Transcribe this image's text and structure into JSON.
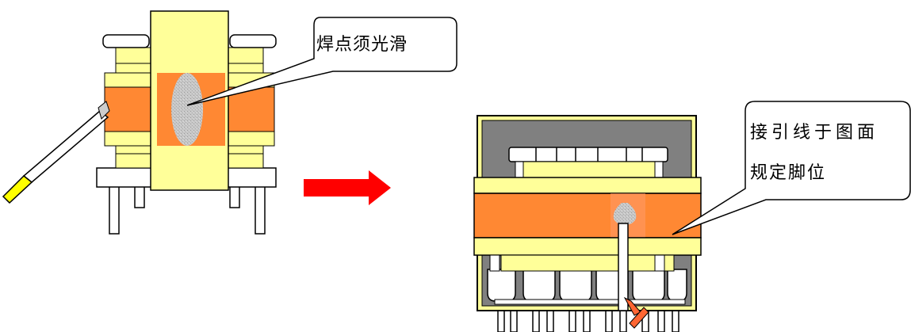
{
  "callouts": {
    "solder_note": "焊点须光滑",
    "pin_note_line1": "接引线于图面",
    "pin_note_line2": "规定脚位"
  },
  "colors": {
    "core_yellow": "#FFFF99",
    "winding_orange": "#FF8833",
    "solder_gray": "#BFBFBF",
    "housing_gray": "#808080",
    "arrow_red": "#FF0000",
    "lead_yellow": "#FFFF00",
    "wire_orange": "#FF6633"
  }
}
